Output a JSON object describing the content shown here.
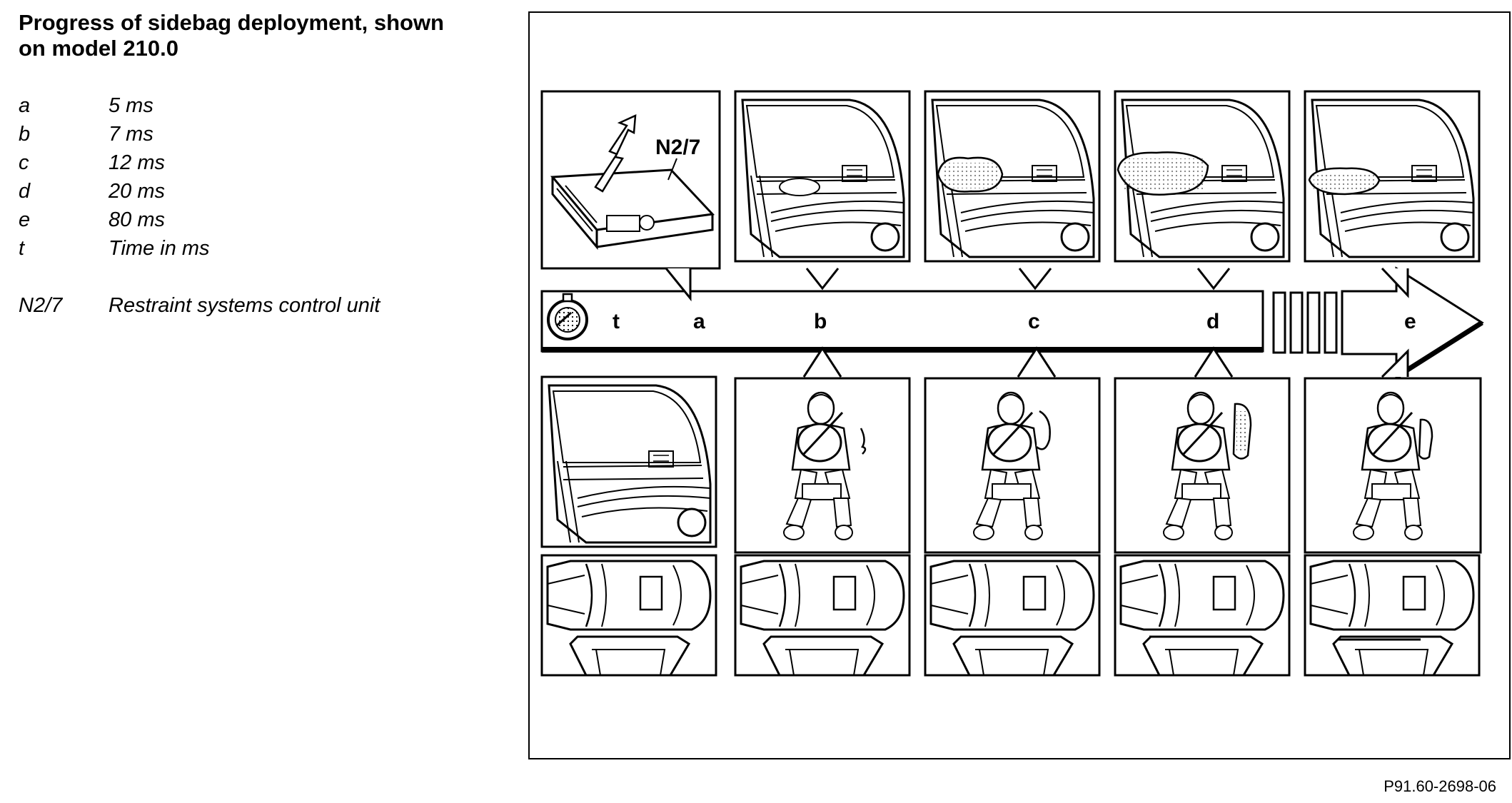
{
  "title": "Progress of sidebag deployment, shown on model 210.0",
  "legend": [
    {
      "key": "a",
      "desc": "5 ms"
    },
    {
      "key": "b",
      "desc": "7 ms"
    },
    {
      "key": "c",
      "desc": "12 ms"
    },
    {
      "key": "d",
      "desc": "20 ms"
    },
    {
      "key": "e",
      "desc": "80 ms"
    },
    {
      "key": "t",
      "desc": "Time in ms"
    },
    {
      "key": "N2/7",
      "desc": "Restraint systems control unit"
    }
  ],
  "diagram": {
    "unit_label": "N2/7",
    "timeline_labels": [
      "t",
      "a",
      "b",
      "c",
      "d",
      "e"
    ],
    "stages": [
      "a",
      "b",
      "c",
      "d",
      "e"
    ]
  },
  "reference": "P91.60-2698-06"
}
